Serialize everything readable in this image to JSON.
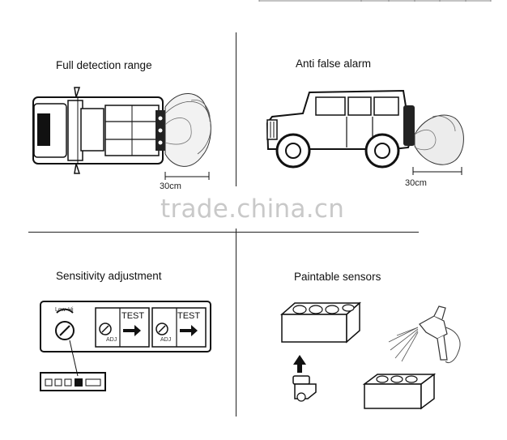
{
  "panels": {
    "top_left": {
      "title": "Full detection range",
      "distance": "30cm"
    },
    "top_right": {
      "title": "Anti false alarm",
      "distance": "30cm"
    },
    "bottom_left": {
      "title": "Sensitivity adjustment",
      "knob_low": "Low",
      "knob_hi": "Hi",
      "step_label": "ADJ",
      "test_label": "TEST"
    },
    "bottom_right": {
      "title": "Paintable sensors"
    }
  },
  "watermark": "trade.china.cn"
}
